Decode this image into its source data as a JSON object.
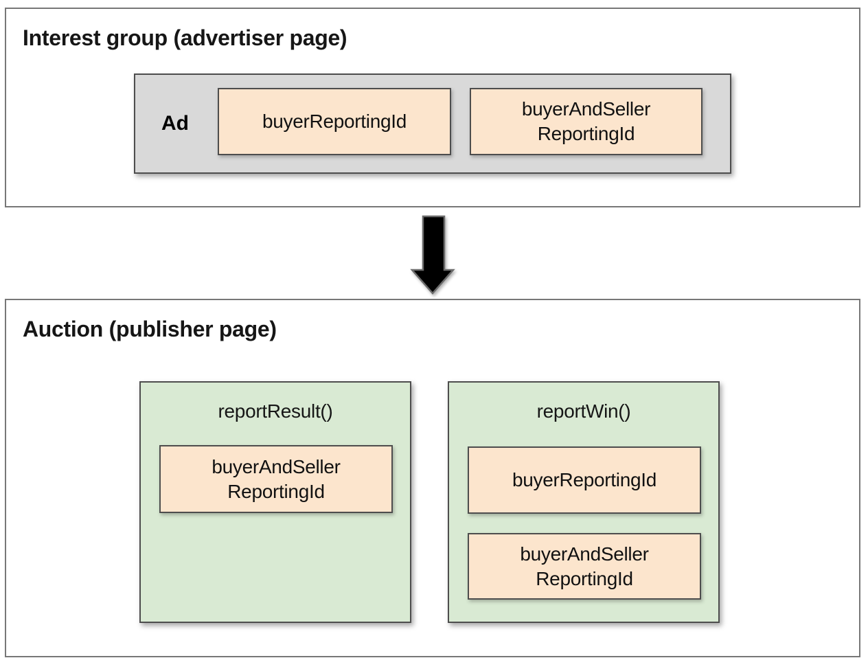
{
  "interest_group": {
    "title": "Interest group (advertiser page)",
    "ad_label": "Ad",
    "fields": [
      {
        "label": "buyerReportingId"
      },
      {
        "label": "buyerAndSeller\nReportingId"
      }
    ]
  },
  "auction": {
    "title": "Auction (publisher page)",
    "functions": [
      {
        "name": "reportResult()",
        "fields": [
          {
            "label": "buyerAndSeller\nReportingId"
          }
        ]
      },
      {
        "name": "reportWin()",
        "fields": [
          {
            "label": "buyerReportingId"
          },
          {
            "label": "buyerAndSeller\nReportingId"
          }
        ]
      }
    ]
  },
  "colors": {
    "field_fill": "#FCE5CD",
    "function_fill": "#D9EAD3",
    "ad_fill": "#D9D9D9",
    "box_border": "#4D4D4D",
    "panel_border": "#777777",
    "arrow_fill": "#000000",
    "background": "#FFFFFF"
  }
}
